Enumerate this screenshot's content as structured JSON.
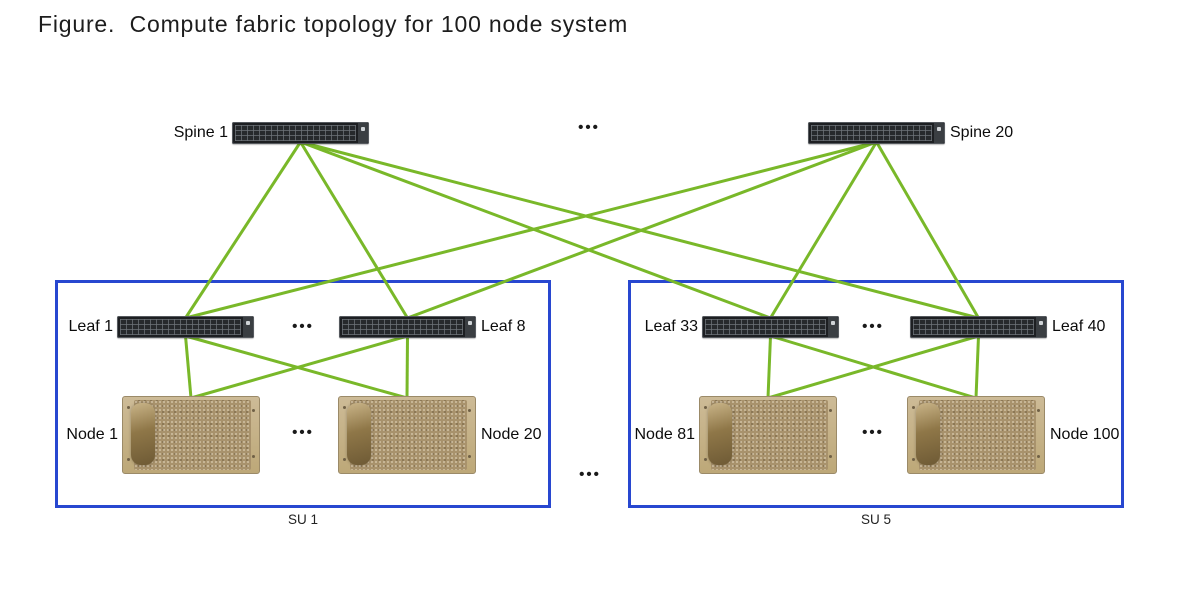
{
  "title": "Figure.  Compute fabric topology for 100 node system",
  "colors": {
    "link_green": "#79b829",
    "su_border_blue": "#2847d0",
    "switch_body": "#1d1f22",
    "chassis_gold": "#bda878"
  },
  "spine_row": {
    "spines": [
      {
        "id": "spine-1",
        "label": "Spine 1"
      },
      {
        "id": "spine-20",
        "label": "Spine 20"
      }
    ],
    "ellipsis": "•••"
  },
  "su_groups": [
    {
      "label": "SU 1",
      "leaves": [
        {
          "id": "leaf-1",
          "label": "Leaf 1"
        },
        {
          "id": "leaf-8",
          "label": "Leaf 8"
        }
      ],
      "leaf_ellipsis": "•••",
      "nodes": [
        {
          "id": "node-1",
          "label": "Node 1"
        },
        {
          "id": "node-20",
          "label": "Node 20"
        }
      ],
      "node_ellipsis": "•••"
    },
    {
      "label": "SU 5",
      "leaves": [
        {
          "id": "leaf-33",
          "label": "Leaf 33"
        },
        {
          "id": "leaf-40",
          "label": "Leaf 40"
        }
      ],
      "leaf_ellipsis": "•••",
      "nodes": [
        {
          "id": "node-81",
          "label": "Node 81"
        },
        {
          "id": "node-100",
          "label": "Node 100"
        }
      ],
      "node_ellipsis": "•••"
    }
  ],
  "su_ellipsis": "•••",
  "connections": {
    "edges": [
      [
        "spine-1",
        "leaf-1"
      ],
      [
        "spine-1",
        "leaf-8"
      ],
      [
        "spine-1",
        "leaf-33"
      ],
      [
        "spine-1",
        "leaf-40"
      ],
      [
        "spine-20",
        "leaf-1"
      ],
      [
        "spine-20",
        "leaf-8"
      ],
      [
        "spine-20",
        "leaf-33"
      ],
      [
        "spine-20",
        "leaf-40"
      ],
      [
        "leaf-1",
        "node-1"
      ],
      [
        "leaf-1",
        "node-20"
      ],
      [
        "leaf-8",
        "node-1"
      ],
      [
        "leaf-8",
        "node-20"
      ],
      [
        "leaf-33",
        "node-81"
      ],
      [
        "leaf-33",
        "node-100"
      ],
      [
        "leaf-40",
        "node-81"
      ],
      [
        "leaf-40",
        "node-100"
      ]
    ]
  }
}
